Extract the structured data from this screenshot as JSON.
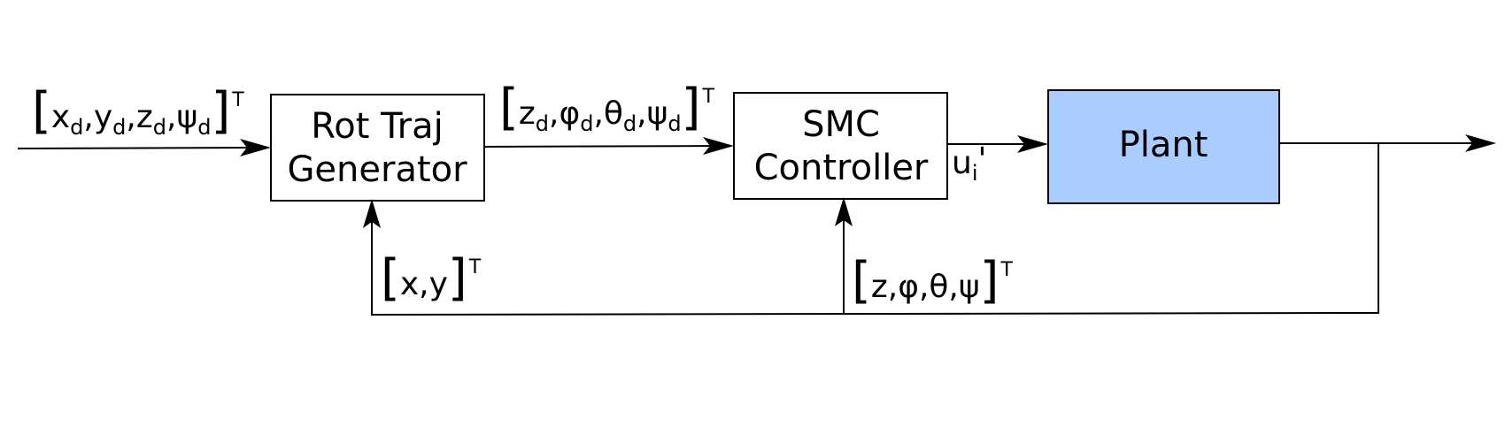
{
  "blocks": {
    "rot_traj": {
      "line1": "Rot Traj",
      "line2": "Generator"
    },
    "smc": {
      "line1": "SMC",
      "line2": "Controller"
    },
    "plant": {
      "label": "Plant"
    }
  },
  "signals": {
    "reference": {
      "open": "[",
      "terms": [
        {
          "base": "x",
          "sub": "d",
          "sep": ","
        },
        {
          "base": "y",
          "sub": "d",
          "sep": ","
        },
        {
          "base": "z",
          "sub": "d",
          "sep": ","
        },
        {
          "base": "ψ",
          "sub": "d",
          "sep": ""
        }
      ],
      "close": "]",
      "sup": "T"
    },
    "attitude_ref": {
      "open": "[",
      "terms": [
        {
          "base": "z",
          "sub": "d",
          "sep": ","
        },
        {
          "base": "φ",
          "sub": "d",
          "sep": ","
        },
        {
          "base": "θ",
          "sub": "d",
          "sep": ","
        },
        {
          "base": "ψ",
          "sub": "d",
          "sep": ""
        }
      ],
      "close": "]",
      "sup": "T"
    },
    "control": {
      "base": "u",
      "sub": "i",
      "prime": "'"
    },
    "xy_feedback": {
      "open": "[",
      "content": "x,y",
      "close": "]",
      "sup": "T"
    },
    "att_feedback": {
      "open": "[",
      "content": "z,φ,θ,ψ",
      "close": "]",
      "sup": "T"
    }
  }
}
